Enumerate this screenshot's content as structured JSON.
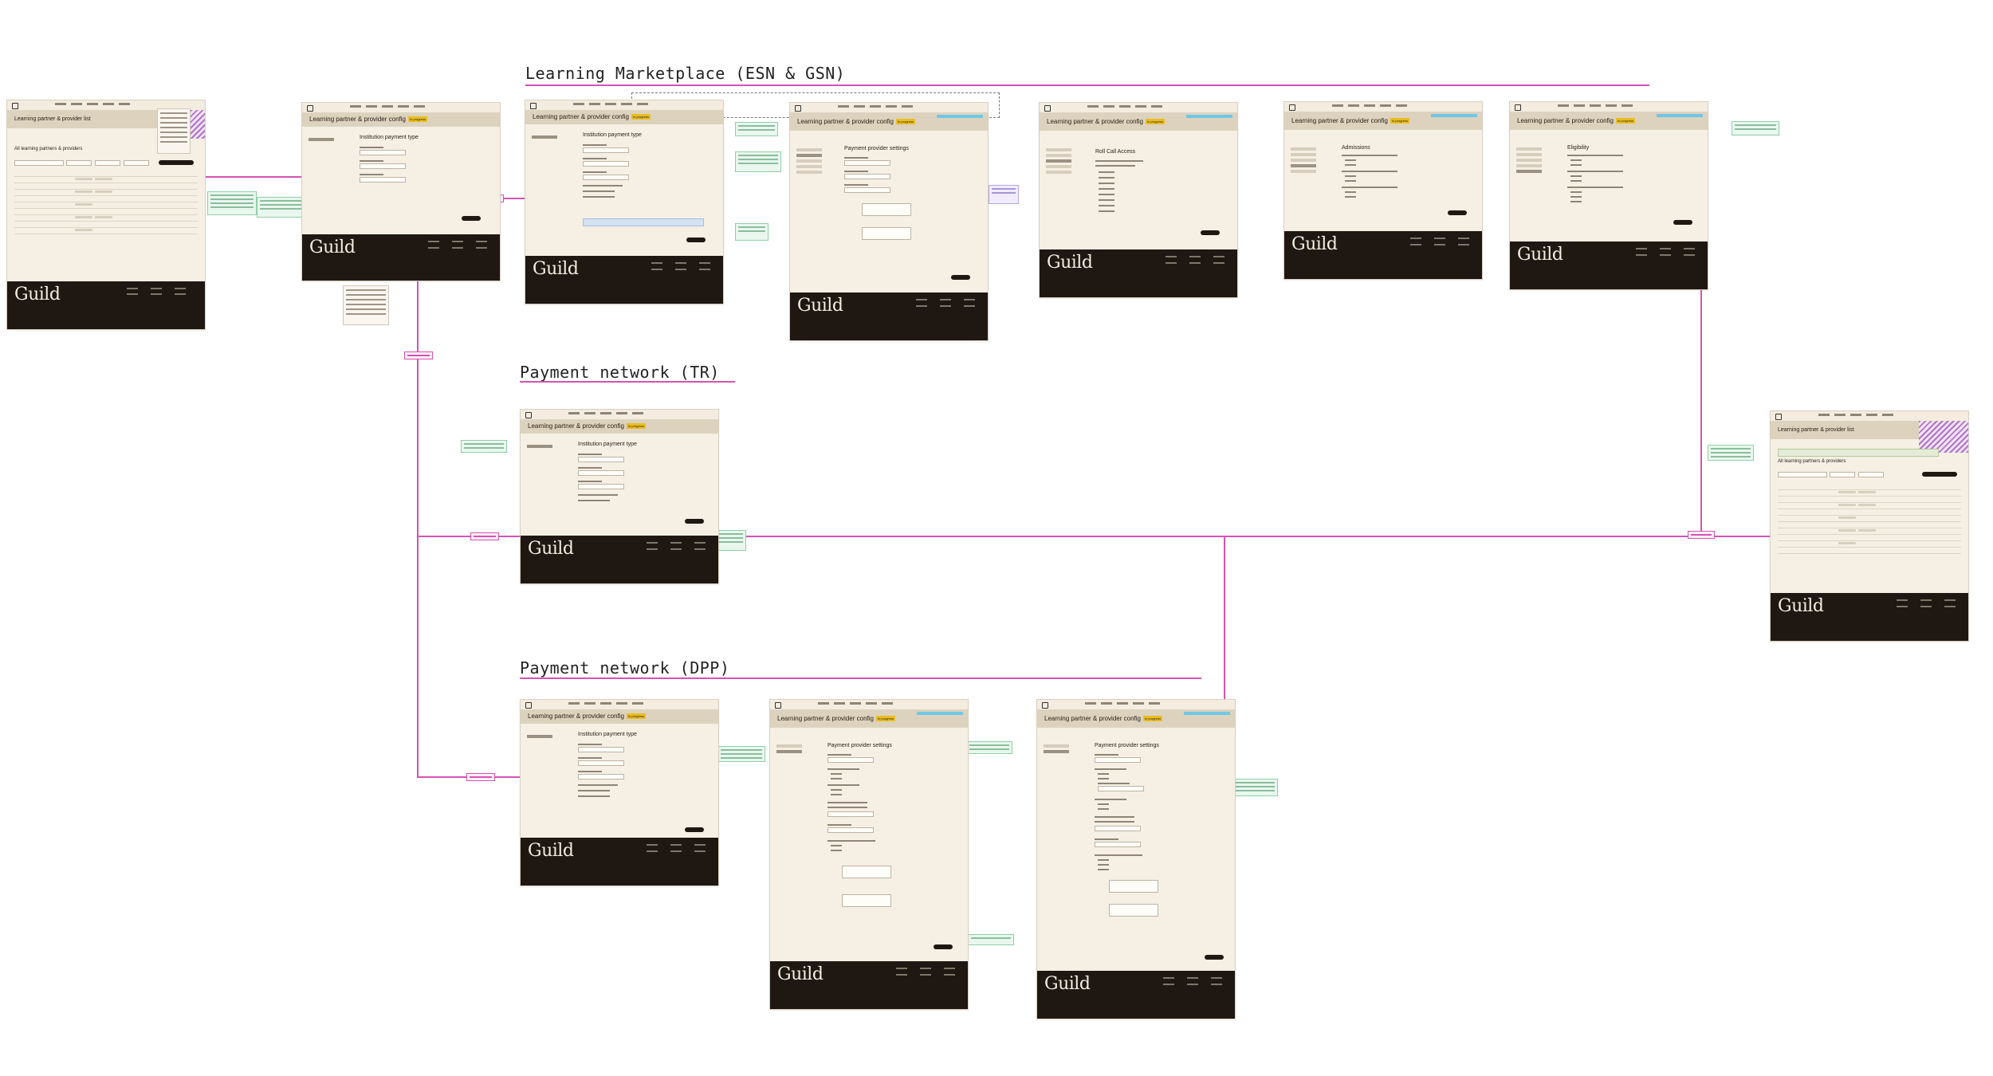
{
  "sections": [
    {
      "id": "esn-gsn",
      "title": "Learning Marketplace (ESN & GSN)"
    },
    {
      "id": "tr",
      "title": "Payment network (TR)"
    },
    {
      "id": "dpp",
      "title": "Payment network (DPP)"
    }
  ],
  "screens": {
    "list_start": {
      "page_title": "Learning partner & provider list",
      "section_heading": "All learning partners & providers",
      "footer_logo": "Guild"
    },
    "lm_type": {
      "page_title": "Learning partner & provider config",
      "badge": "In progress",
      "form_title": "Institution payment type",
      "footer_logo": "Guild"
    },
    "lm_type2": {
      "page_title": "Learning partner & provider config",
      "badge": "In progress",
      "form_title": "Institution payment type",
      "footer_logo": "Guild"
    },
    "lm_payment": {
      "page_title": "Learning partner & provider config",
      "badge": "In progress",
      "form_title": "Payment provider settings",
      "footer_logo": "Guild"
    },
    "lm_rollcall": {
      "page_title": "Learning partner & provider config",
      "badge": "In progress",
      "form_title": "Roll Call Access",
      "footer_logo": "Guild"
    },
    "lm_admissions": {
      "page_title": "Learning partner & provider config",
      "badge": "In progress",
      "form_title": "Admissions",
      "footer_logo": "Guild"
    },
    "lm_eligibility": {
      "page_title": "Learning partner & provider config",
      "badge": "In progress",
      "form_title": "Eligibility",
      "footer_logo": "Guild"
    },
    "tr_type": {
      "page_title": "Learning partner & provider config",
      "badge": "In progress",
      "form_title": "Institution payment type",
      "footer_logo": "Guild"
    },
    "dpp_type": {
      "page_title": "Learning partner & provider config",
      "badge": "In progress",
      "form_title": "Institution payment type",
      "footer_logo": "Guild"
    },
    "dpp_payment1": {
      "page_title": "Learning partner & provider config",
      "badge": "In progress",
      "form_title": "Payment provider settings",
      "footer_logo": "Guild"
    },
    "dpp_payment2": {
      "page_title": "Learning partner & provider config",
      "badge": "In progress",
      "form_title": "Payment provider settings",
      "footer_logo": "Guild"
    },
    "list_end": {
      "page_title": "Learning partner & provider list",
      "section_heading": "All learning partners & providers",
      "footer_logo": "Guild"
    }
  },
  "colors": {
    "connector": "#d553b3",
    "note_green": "#e9f7ee",
    "note_purple": "#f1ecfb",
    "page_bg": "#f6efe4",
    "footer_bg": "#1f1711",
    "badge": "#e9bd22",
    "hint_blue": "#6ec7e6"
  }
}
